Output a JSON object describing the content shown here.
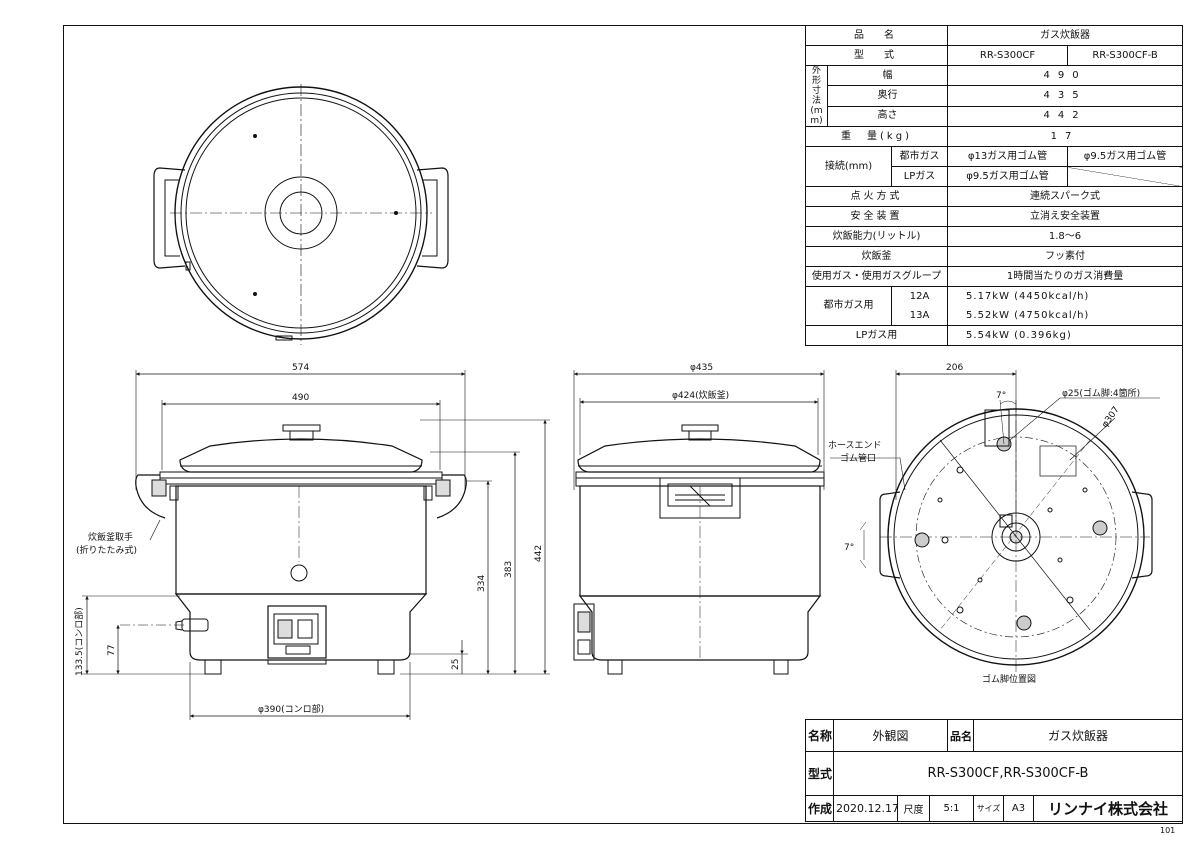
{
  "spec_table": {
    "product_name_label": "品　名",
    "product_name_value": "ガス炊飯器",
    "model_label": "型　式",
    "model_a": "RR-S300CF",
    "model_b": "RR-S300CF-B",
    "dims_group_label": "外形寸法(mm)",
    "width_label": "幅",
    "width_value": "490",
    "depth_label": "奥行",
    "depth_value": "435",
    "height_label": "高さ",
    "height_value": "442",
    "weight_label": "重　量(kg)",
    "weight_value": "17",
    "connection_label": "接続(mm)",
    "city_gas_label": "都市ガス",
    "city_gas_a": "φ13ガス用ゴム管",
    "city_gas_b": "φ9.5ガス用ゴム管",
    "lp_gas_label": "LPガス",
    "lp_gas_a": "φ9.5ガス用ゴム管",
    "ignition_label": "点火方式",
    "ignition_value": "連続スパーク式",
    "safety_label": "安全装置",
    "safety_value": "立消え安全装置",
    "capacity_label": "炊飯能力(リットル)",
    "capacity_value": "1.8〜6",
    "pot_label": "炊飯釜",
    "pot_value": "フッ素付",
    "gas_group_label": "使用ガス・使用ガスグループ",
    "consumption_label": "1時間当たりのガス消費量",
    "city_gas_use_label": "都市ガス用",
    "group_12a": "12A",
    "group_13a": "13A",
    "consumption_12a": "5.17kW (4450kcal/h)",
    "consumption_13a": "5.52kW (4750kcal/h)",
    "lp_gas_use_label": "LPガス用",
    "consumption_lp": "5.54kW (0.396kg)"
  },
  "title_block": {
    "name_label": "名称",
    "name_value": "外観図",
    "product_label": "品名",
    "product_value": "ガス炊飯器",
    "model_label": "型式",
    "model_value": "RR-S300CF,RR-S300CF-B",
    "created_label": "作成",
    "date": "2020.12.17",
    "scale_label": "尺度",
    "scale_value": "5:1",
    "size_label": "サイズ",
    "size_value": "A3",
    "company": "リンナイ株式会社"
  },
  "drawing": {
    "front_width_574": "574",
    "front_width_490": "490",
    "height_442": "442",
    "height_383": "383",
    "height_334": "334",
    "height_133_5": "133.5(コンロ部)",
    "height_77": "77",
    "height_25": "25",
    "base_390": "φ390(コンロ部)",
    "handle_note_1": "炊飯釜取手",
    "handle_note_2": "(折りたたみ式)",
    "side_435": "φ435",
    "side_424": "φ424(炊飯釜)",
    "hose_note_1": "ホースエンド",
    "hose_note_2": "ゴム管口",
    "bottom_206": "206",
    "angle_7_top": "7°",
    "angle_7_left": "7°",
    "foot_note": "φ25(ゴム脚:4箇所)",
    "circle_307": "φ307",
    "foot_position_label": "ゴム脚位置図",
    "page_number": "101"
  },
  "colors": {
    "line": "#111111",
    "paper": "#ffffff",
    "shade": "#dddddd"
  }
}
